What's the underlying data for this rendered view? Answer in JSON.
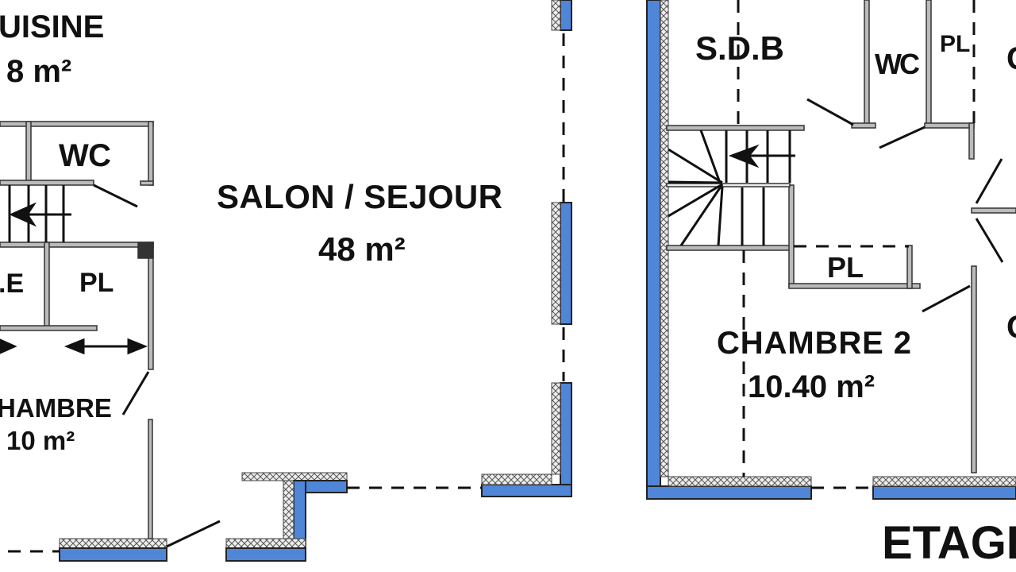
{
  "plan": {
    "colors": {
      "wall_blue": "#4f86d8",
      "wall_grey": "#8a8a8a",
      "line": "#111111"
    },
    "rooms": {
      "cuisine_name": "UISINE",
      "cuisine_area": "8 m²",
      "wc_left": "WC",
      "room_e": ".E",
      "pl_left": "PL",
      "chambre_left_name": "HAMBRE",
      "chambre_left_area": "10 m²",
      "salon_name": "SALON / SEJOUR",
      "salon_area": "48 m²",
      "sdb": "S.D.B",
      "wc_right": "WC",
      "pl_top_right": "PL",
      "c_top_right": "C",
      "pl_mid_right": "PL",
      "chambre2_name": "CHAMBRE 2",
      "chambre2_area": "10.40 m²",
      "c_mid_right": "C",
      "floor_label": "ETAGE"
    }
  }
}
